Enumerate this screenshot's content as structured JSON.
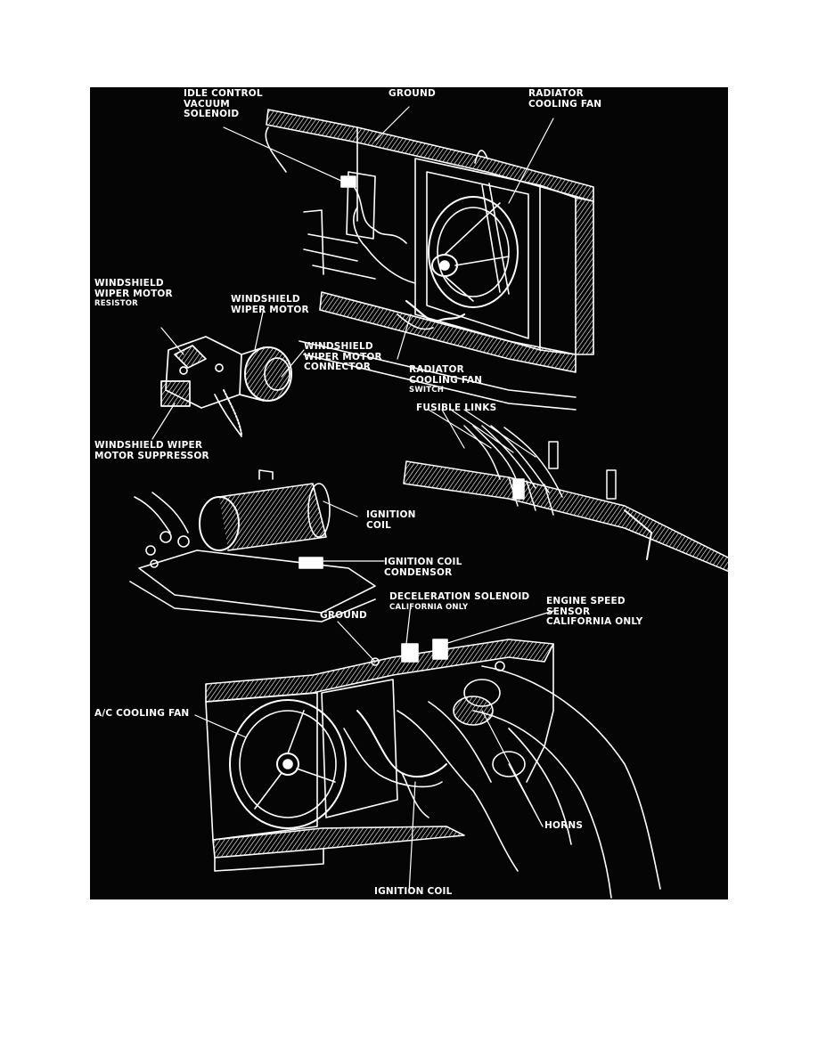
{
  "labels": {
    "idle_control": [
      "IDLE CONTROL",
      "VACUUM",
      "SOLENOID"
    ],
    "ground_top": "GROUND",
    "radiator_fan": [
      "RADIATOR",
      "COOLING FAN"
    ],
    "wiper_resistor": [
      "WINDSHIELD",
      "WIPER MOTOR",
      "RESISTOR"
    ],
    "wiper_motor": [
      "WINDSHIELD",
      "WIPER MOTOR"
    ],
    "wiper_connector": [
      "WINDSHIELD",
      "WIPER MOTOR",
      "CONNECTOR"
    ],
    "radiator_fan_switch": [
      "RADIATOR",
      "COOLING FAN",
      "SWITCH"
    ],
    "fusible_links": "FUSIBLE LINKS",
    "wiper_suppressor": [
      "WINDSHIELD WIPER",
      "MOTOR SUPPRESSOR"
    ],
    "ignition_coil_mid": [
      "IGNITION",
      "COIL"
    ],
    "ignition_condensor": [
      "IGNITION COIL",
      "CONDENSOR"
    ],
    "decel_solenoid": [
      "DECELERATION SOLENOID",
      "CALIFORNIA ONLY"
    ],
    "engine_speed": [
      "ENGINE SPEED",
      "SENSOR",
      "CALIFORNIA ONLY"
    ],
    "ground_bottom": "GROUND",
    "ac_fan": "A/C COOLING FAN",
    "horns": "HORNS",
    "ignition_coil_bottom": "IGNITION COIL"
  },
  "colors": {
    "background": "#050505",
    "ink": "#ffffff",
    "page": "#ffffff"
  }
}
